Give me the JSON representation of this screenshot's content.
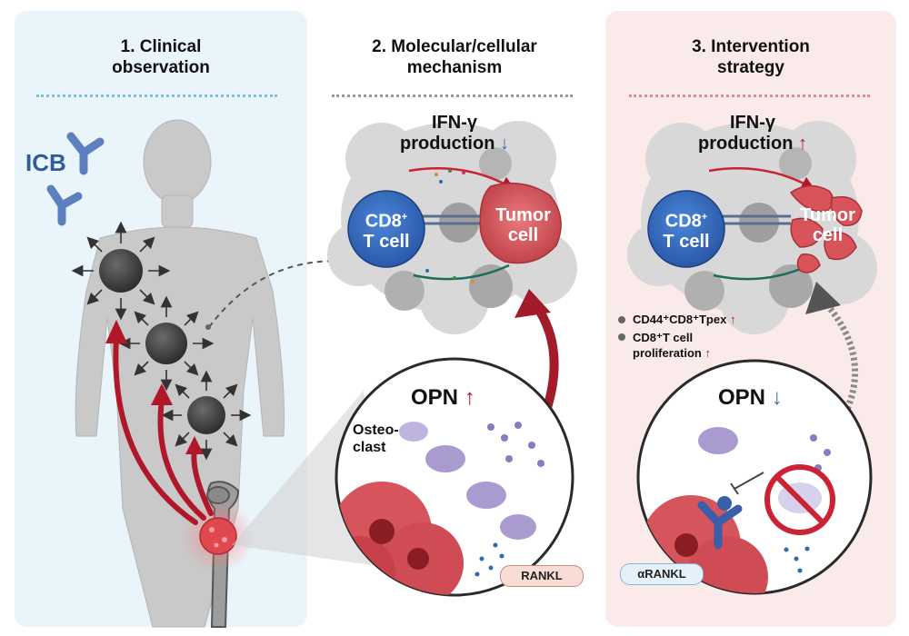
{
  "panels": [
    {
      "title_line1": "1. Clinical",
      "title_line2": "observation"
    },
    {
      "title_line1": "2. Molecular/cellular",
      "title_line2": "mechanism"
    },
    {
      "title_line1": "3. Intervention",
      "title_line2": "strategy"
    }
  ],
  "panel1": {
    "icb_label": "ICB"
  },
  "panel2": {
    "ifn_line1": "IFN-γ",
    "ifn_line2": "production",
    "ifn_arrow": "↓",
    "cd8_line1": "CD8",
    "cd8_sup": "+",
    "cd8_line2": "T cell",
    "tumor_line1": "Tumor",
    "tumor_line2": "cell",
    "opn_label": "OPN",
    "opn_arrow": "↑",
    "osteoclast_line1": "Osteo-",
    "osteoclast_line2": "clast",
    "rankl_label": "RANKL"
  },
  "panel3": {
    "ifn_line1": "IFN-γ",
    "ifn_line2": "production",
    "ifn_arrow": "↑",
    "cd8_line1": "CD8",
    "cd8_sup": "+",
    "cd8_line2": "T cell",
    "tumor_line1": "Tumor",
    "tumor_line2": "cell",
    "bullet1": "CD44⁺CD8⁺Tpex",
    "bullet1_arrow": "↑",
    "bullet2_line1": "CD8⁺T cell",
    "bullet2_line2": "proliferation",
    "bullet2_arrow": "↑",
    "opn_label": "OPN",
    "opn_arrow": "↓",
    "arankl_label": "αRANKL"
  },
  "colors": {
    "panel_blue": "#eaf4fb",
    "panel_pink": "#fbeaea",
    "tcell_blue": "#3a6fc4",
    "tumor_red": "#d9535a",
    "arrow_red": "#b0182a",
    "down_arrow_blue": "#2a6cb3",
    "icb_blue": "#5b7fbf",
    "osteoclast_purple": "#a99bd0"
  }
}
